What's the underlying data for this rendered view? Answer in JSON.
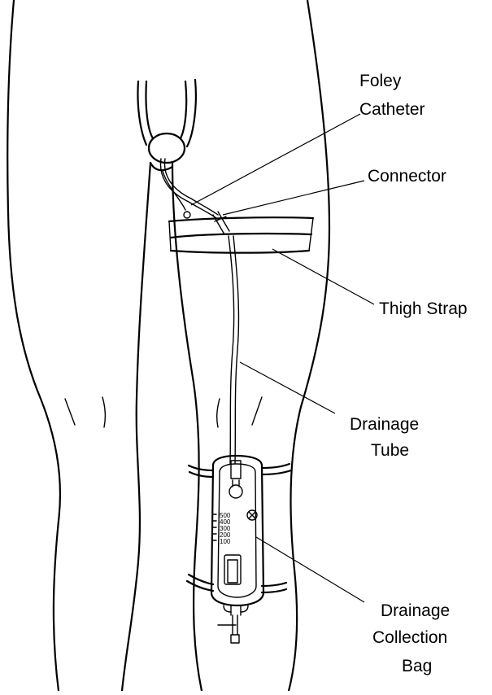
{
  "labels": {
    "foley_catheter": [
      "Foley",
      "Catheter"
    ],
    "connector": [
      "Connector"
    ],
    "thigh_strap": [
      "Thigh Strap"
    ],
    "drainage_tube": [
      "Drainage",
      "Tube"
    ],
    "drainage_collection_bag": [
      "Drainage",
      "Collection",
      "Bag"
    ]
  },
  "bag_scale": [
    "500",
    "400",
    "300",
    "200",
    "100"
  ]
}
